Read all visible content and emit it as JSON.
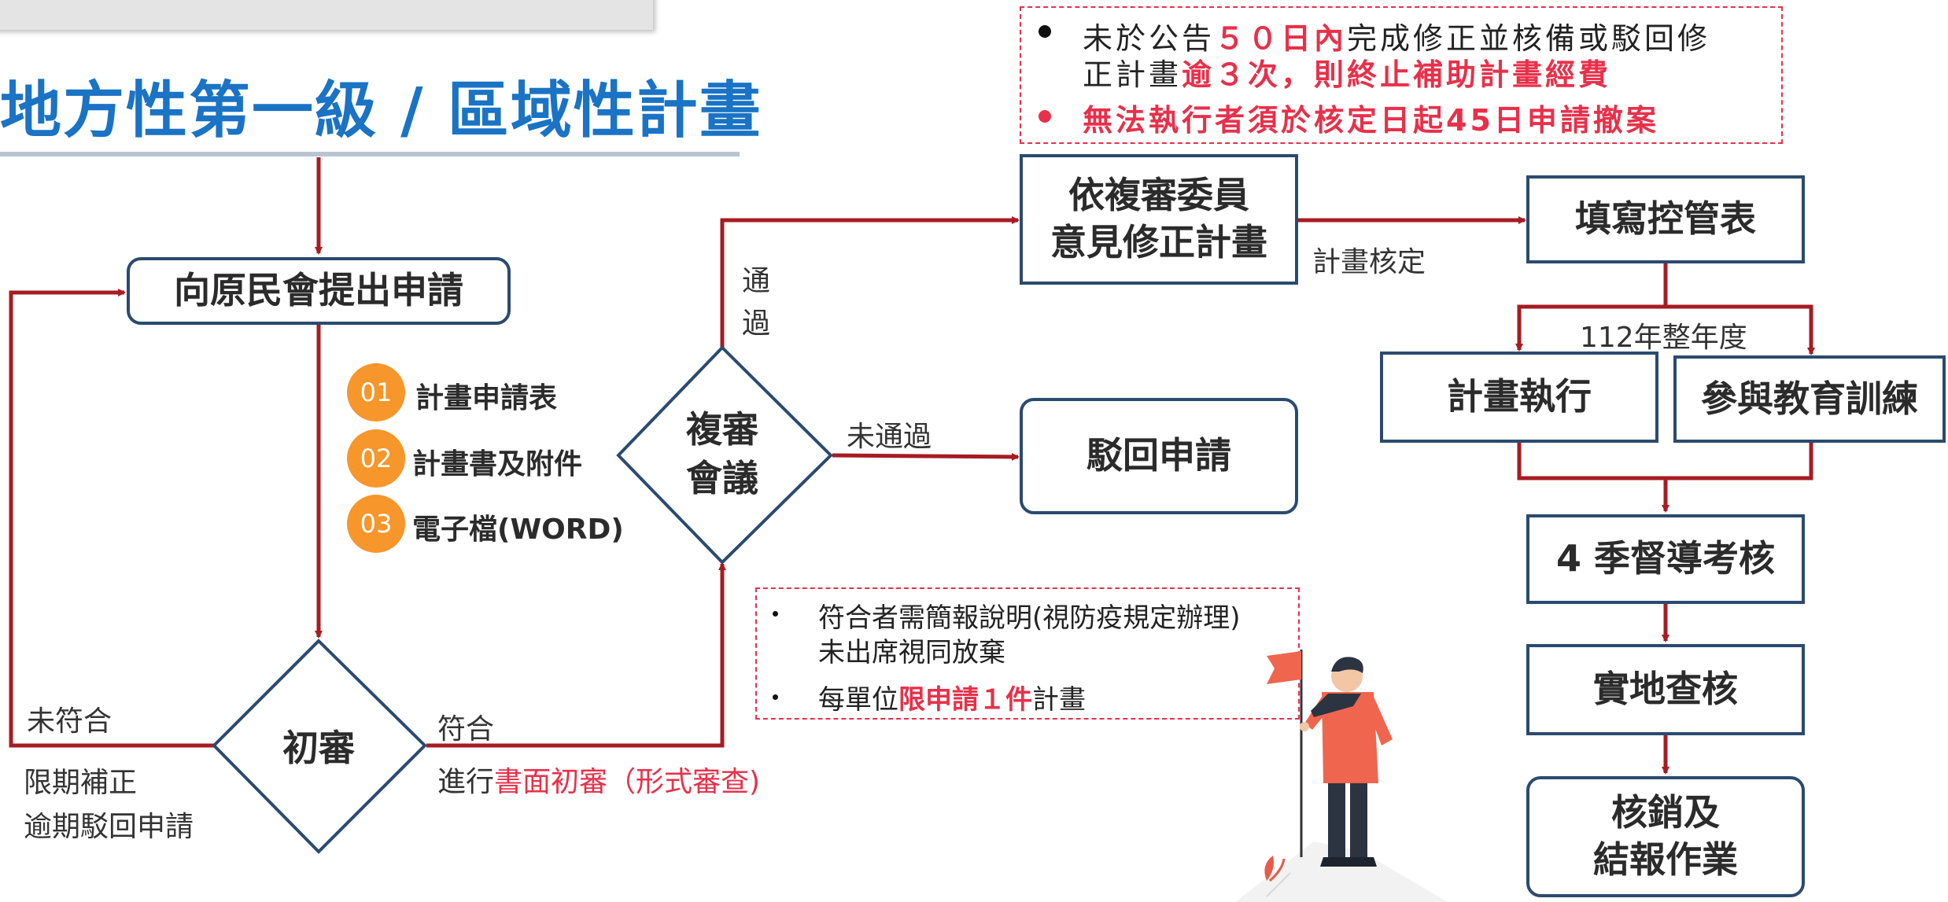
{
  "title": "地方性第一級 / 區域性計畫",
  "nodes": {
    "apply": "向原民會提出申請",
    "initial_review": "初審",
    "re_review_1": "複審",
    "re_review_2": "會議",
    "revise_1": "依複審委員",
    "revise_2": "意見修正計畫",
    "reject": "駁回申請",
    "control_form": "填寫控管表",
    "execute": "計畫執行",
    "training": "參與教育訓練",
    "quarterly": "4 季督導考核",
    "site_check": "實地查核",
    "closing_1": "核銷及",
    "closing_2": "結報作業"
  },
  "documents": [
    {
      "num": "01",
      "label": "計畫申請表"
    },
    {
      "num": "02",
      "label": "計畫書及附件"
    },
    {
      "num": "03",
      "label": "電子檔(WORD)"
    }
  ],
  "labels": {
    "not_meet": "未符合",
    "deadline_fix": "限期補正",
    "overdue_reject": "逾期駁回申請",
    "meet": "符合",
    "proceed_prefix": "進行",
    "proceed_red": "書面初審（形式審查)",
    "pass_1": "通",
    "pass_2": "過",
    "not_pass": "未通過",
    "approved": "計畫核定",
    "full_year": "112年整年度"
  },
  "top_note": {
    "l1_a": "未於公告",
    "l1_b": "５０日內",
    "l1_c": "完成修正並核備或駁回修",
    "l2_a": "正計畫",
    "l2_b": "逾３次，則終止補助計畫經費",
    "l3": "無法執行者須於核定日起45日申請撤案"
  },
  "mid_note": {
    "b1_l1": "符合者需簡報說明(視防疫規定辦理)",
    "b1_l2": "未出席視同放棄",
    "b2_a": "每單位",
    "b2_b": "限申請１件",
    "b2_c": "計畫"
  },
  "colors": {
    "arrow": "#a61c22",
    "box_border": "#2b4a6f",
    "title": "#1a73c4",
    "accent_red": "#e8304a",
    "badge": "#f7962a"
  }
}
